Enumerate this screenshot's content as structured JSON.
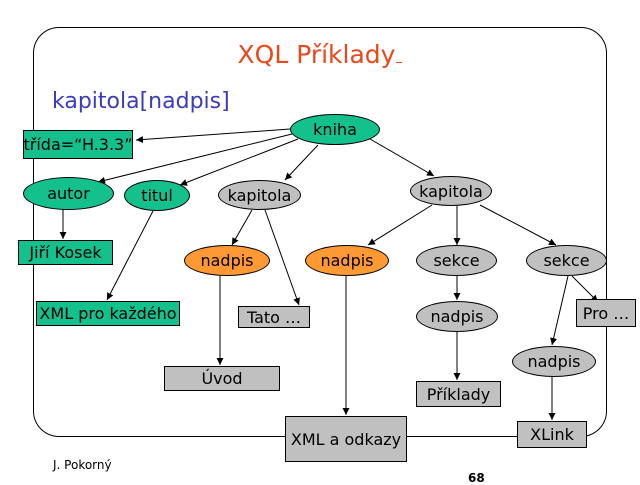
{
  "title": "XQL Příklady",
  "query": "kapitola[nadpis]",
  "footer": {
    "author": "J. Pokorný",
    "page": "68"
  },
  "nodes": {
    "kniha": "kniha",
    "trida": "třída=“H.3.3”",
    "autor": "autor",
    "titul": "titul",
    "kapitola1": "kapitola",
    "kapitola2": "kapitola",
    "jiri": "Jiří Kosek",
    "xmlpro": "XML pro každého",
    "nadpis1": "nadpis",
    "tato": "Tato …",
    "uvod": "Úvod",
    "nadpis2": "nadpis",
    "sekce1": "sekce",
    "sekce2": "sekce",
    "nadpis3": "nadpis",
    "pro": "Pro …",
    "priklady": "Příklady",
    "nadpis4": "nadpis",
    "xmlodkazy": "XML a odkazy",
    "xlink": "XLink"
  },
  "colors": {
    "teal": "#14c08c",
    "gray": "#c0c0c0",
    "orange": "#ff9933",
    "title": "#e8481a",
    "query": "#3b3bbd"
  }
}
